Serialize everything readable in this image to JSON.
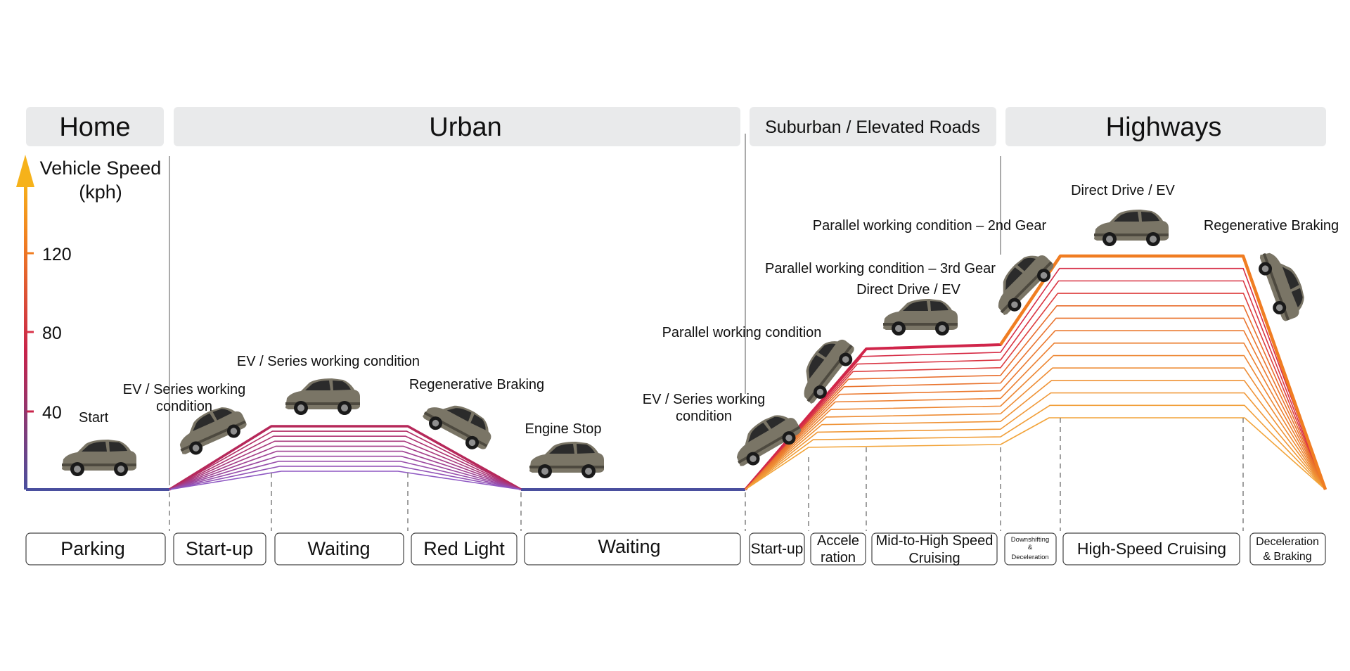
{
  "headers": [
    {
      "id": "home",
      "label": "Home"
    },
    {
      "id": "urban",
      "label": "Urban"
    },
    {
      "id": "suburban",
      "label": "Suburban / Elevated Roads"
    },
    {
      "id": "highways",
      "label": "Highways"
    }
  ],
  "axis": {
    "title_line1": "Vehicle Speed",
    "title_line2": "(kph)",
    "ticks": [
      "120",
      "80",
      "40"
    ],
    "tick_values": [
      120,
      80,
      40
    ],
    "color_low": "#4a4f9e",
    "color_mid": "#c8234a",
    "color_high": "#f07d22",
    "color_top": "#f6b21a"
  },
  "phases": [
    {
      "id": "parking",
      "label": "Parking"
    },
    {
      "id": "startup1",
      "label": "Start-up"
    },
    {
      "id": "waiting1",
      "label": "Waiting"
    },
    {
      "id": "redlight",
      "label": "Red Light"
    },
    {
      "id": "waiting2",
      "label": "Waiting"
    },
    {
      "id": "startup2",
      "label": "Start-up"
    },
    {
      "id": "acceleration",
      "label_line1": "Accele",
      "label_line2": "ration"
    },
    {
      "id": "midhigh",
      "label_line1": "Mid-to-High Speed",
      "label_line2": "Cruising"
    },
    {
      "id": "downshift",
      "label_line1": "Downshifting",
      "label_line2": "&",
      "label_line3": "Deceleration"
    },
    {
      "id": "highspeed",
      "label": "High-Speed Cruising"
    },
    {
      "id": "decel",
      "label_line1": "Deceleration",
      "label_line2": "& Braking"
    }
  ],
  "annotations": {
    "start": "Start",
    "ev_series_1_line1": "EV / Series working",
    "ev_series_1_line2": "condition",
    "ev_series_2": "EV / Series working condition",
    "regen_1": "Regenerative Braking",
    "engine_stop": "Engine Stop",
    "ev_series_3_line1": "EV / Series working",
    "ev_series_3_line2": "condition",
    "parallel": "Parallel working condition",
    "parallel_3rd": "Parallel working condition – 3rd Gear",
    "direct_drive_1": "Direct Drive / EV",
    "parallel_2nd": "Parallel working condition – 2nd Gear",
    "direct_drive_2": "Direct Drive / EV",
    "regen_2": "Regenerative Braking"
  },
  "colors": {
    "header_bg": "#e9eaeb",
    "car_body": "#7a7566",
    "car_window": "#2b2b2b",
    "car_wheel": "#1a1a1a"
  },
  "icons": [
    "car-icon",
    "up-arrow-icon"
  ]
}
